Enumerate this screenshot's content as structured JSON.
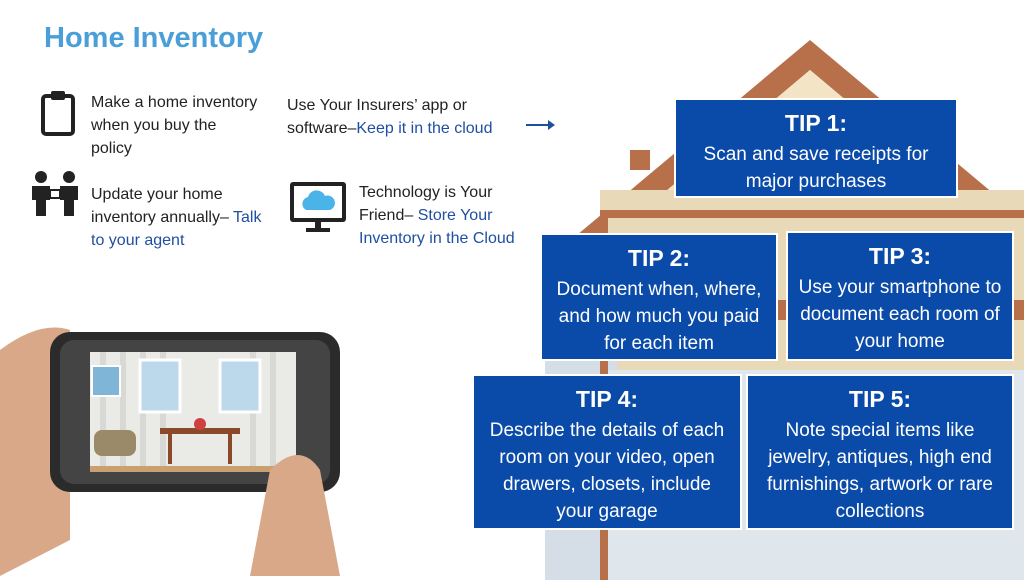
{
  "title": "Home Inventory",
  "intro": {
    "item1": "Make a home inventory when you buy the policy",
    "item2_text": "Use Your Insurers’ app or software–",
    "item2_link": "Keep it in the cloud",
    "item3_text": "Update your home inventory annually–",
    "item3_link": "Talk to your agent",
    "item4_text": "Technology is Your Friend–",
    "item4_link": "Store Your Inventory in the Cloud"
  },
  "tips": [
    {
      "heading": "TIP 1:",
      "body": "Scan and save receipts for major purchases"
    },
    {
      "heading": "TIP 2:",
      "body": "Document when, where, and how much you paid for each item"
    },
    {
      "heading": "TIP 3:",
      "body": "Use your smartphone to document each room of your home"
    },
    {
      "heading": "TIP 4:",
      "body": "Describe the details of each room on your video, open drawers, closets, include your garage"
    },
    {
      "heading": "TIP 5:",
      "body": "Note special items like jewelry, antiques, high end furnishings, artwork or rare collections"
    }
  ],
  "icons": [
    "clipboard-icon",
    "people-icon",
    "cloud-monitor-icon",
    "arrow-right-icon"
  ],
  "colors": {
    "title": "#4a9fd8",
    "tip_bg": "#0a4aa8",
    "link": "#1f4fa3",
    "roof": "#b8704a"
  }
}
